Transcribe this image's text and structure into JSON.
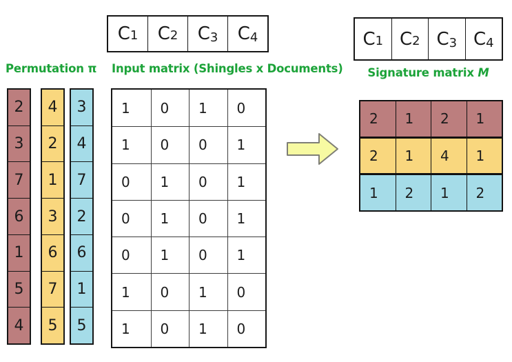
{
  "colors": {
    "label_green": "#1ca339",
    "perm_red": "#bc7e7e",
    "perm_yellow": "#f9d77e",
    "perm_blue": "#a5dce8",
    "arrow_fill": "#f7faa2",
    "arrow_stroke": "#7e7e76",
    "grid_black": "#161616"
  },
  "permutation": {
    "label": "Permutation π",
    "columns": [
      {
        "name": "red",
        "color": "#bc7e7e",
        "values": [
          "2",
          "3",
          "7",
          "6",
          "1",
          "5",
          "4"
        ]
      },
      {
        "name": "yellow",
        "color": "#f9d77e",
        "values": [
          "4",
          "2",
          "1",
          "3",
          "6",
          "7",
          "5"
        ]
      },
      {
        "name": "blue",
        "color": "#a5dce8",
        "values": [
          "3",
          "4",
          "7",
          "2",
          "6",
          "1",
          "5"
        ]
      }
    ]
  },
  "input_matrix": {
    "label": "Input matrix (Shingles x Documents)",
    "headers": [
      "C1",
      "C2",
      "C3",
      "C4"
    ],
    "rows": [
      [
        "1",
        "0",
        "1",
        "0"
      ],
      [
        "1",
        "0",
        "0",
        "1"
      ],
      [
        "0",
        "1",
        "0",
        "1"
      ],
      [
        "0",
        "1",
        "0",
        "1"
      ],
      [
        "0",
        "1",
        "0",
        "1"
      ],
      [
        "1",
        "0",
        "1",
        "0"
      ],
      [
        "1",
        "0",
        "1",
        "0"
      ]
    ]
  },
  "signature_matrix": {
    "label_prefix": "Signature matrix ",
    "label_emph": "M",
    "headers": [
      "C1",
      "C2",
      "C3",
      "C4"
    ],
    "rows": [
      {
        "color": "#bc7e7e",
        "values": [
          "2",
          "1",
          "2",
          "1"
        ]
      },
      {
        "color": "#f9d77e",
        "values": [
          "2",
          "1",
          "4",
          "1"
        ]
      },
      {
        "color": "#a5dce8",
        "values": [
          "1",
          "2",
          "1",
          "2"
        ]
      }
    ]
  }
}
